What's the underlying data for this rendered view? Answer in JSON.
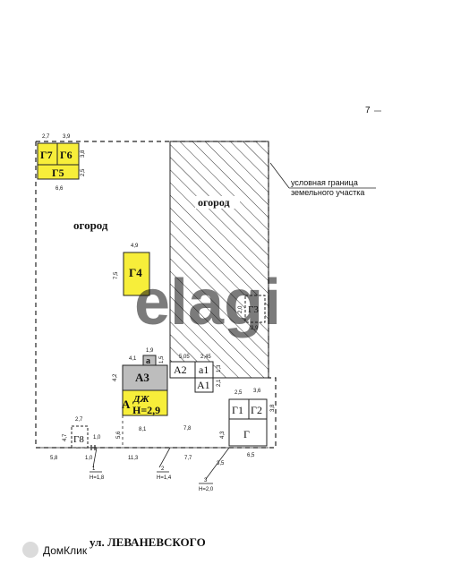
{
  "labels": {
    "g7": "Г7",
    "g6": "Г6",
    "g5": "Г5",
    "g4": "Г4",
    "g3": "Г3",
    "g1": "Г1",
    "g2": "Г2",
    "g": "Г",
    "g8": "Г8",
    "a3": "А3",
    "a2": "А2",
    "a_small": "а1",
    "a1": "А1",
    "a": "А",
    "a_small_box": "а",
    "garden_left": "огород",
    "garden_right": "огород",
    "dzh": "ДЖ",
    "dzh_h": "Н=2,9",
    "street": "ул. ЛЕВАНЕВСКОГО",
    "boundary_1": "условная граница",
    "boundary_2": "земельного участка",
    "corner_mark": "7",
    "watermark": "ДомКлик"
  },
  "dims": {
    "d_2_7_top": "2,7",
    "d_3_9": "3,9",
    "d_3_8": "3,8",
    "d_2_5": "2,5",
    "d_6_6": "6,6",
    "d_4_9": "4,9",
    "d_7_5": "7,5",
    "d_2_0_g3": "2,0",
    "d_2_9_g3": "2,9",
    "d_4_1": "4,1",
    "d_1_9": "1,9",
    "d_1_5": "1,5",
    "d_5_05": "5,05",
    "d_2_45": "2,45",
    "d_1_3": "1,3",
    "d_2_1": "2,1",
    "d_4_2": "4,2",
    "d_2_5b": "2,5",
    "d_3_6": "3,6",
    "d_3_8b": "3,8",
    "d_5_6": "5,6",
    "d_8_1": "8,1",
    "d_7_8": "7,8",
    "d_2_7_g8": "2,7",
    "d_4_7": "4,7",
    "d_1_0": "1,0",
    "d_5_8": "5,8",
    "d_1_0b": "1,0",
    "d_11_3": "11,3",
    "d_7_7": "7,7",
    "d_3_5": "3,5",
    "d_6_5": "6,5",
    "d_4_3": "4,3"
  },
  "markers": {
    "m1": "1",
    "h1": "Н=1,8",
    "m2": "2",
    "h2": "Н=1,4",
    "m3": "3",
    "h3": "Н=2,0"
  },
  "colors": {
    "outbuilding_yellow": "#f7ee3a",
    "house_gray": "#bdbdbd",
    "hatch": "#333333"
  }
}
